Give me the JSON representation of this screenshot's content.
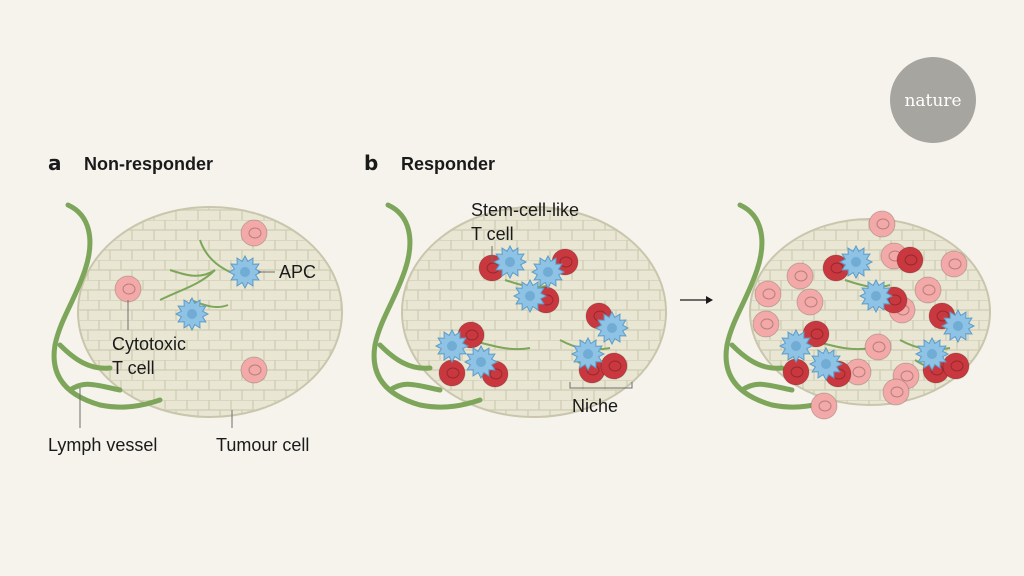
{
  "logo": {
    "text": "nature"
  },
  "panel_a": {
    "letter": "a",
    "title": "Non-responder",
    "labels": {
      "apc": "APC",
      "cytotoxic_line1": "Cytotoxic",
      "cytotoxic_line2": "T cell",
      "lymph_vessel": "Lymph vessel",
      "tumour_cell": "Tumour cell"
    }
  },
  "panel_b": {
    "letter": "b",
    "title": "Responder",
    "labels": {
      "stem_line1": "Stem-cell-like",
      "stem_line2": "T cell",
      "niche": "Niche"
    }
  },
  "colors": {
    "background": "#f5f3ec",
    "tumour_fill": "#e9e7d4",
    "tumour_stroke": "#c9c6ac",
    "lymph_vessel": "#7ea65a",
    "cytotoxic_t_cell": "#f3a9a8",
    "stem_like_t_cell": "#c9383e",
    "apc": "#8ec3e6",
    "logo_circle": "#a7a5a0"
  },
  "icons": [
    "arrow-right-icon"
  ]
}
